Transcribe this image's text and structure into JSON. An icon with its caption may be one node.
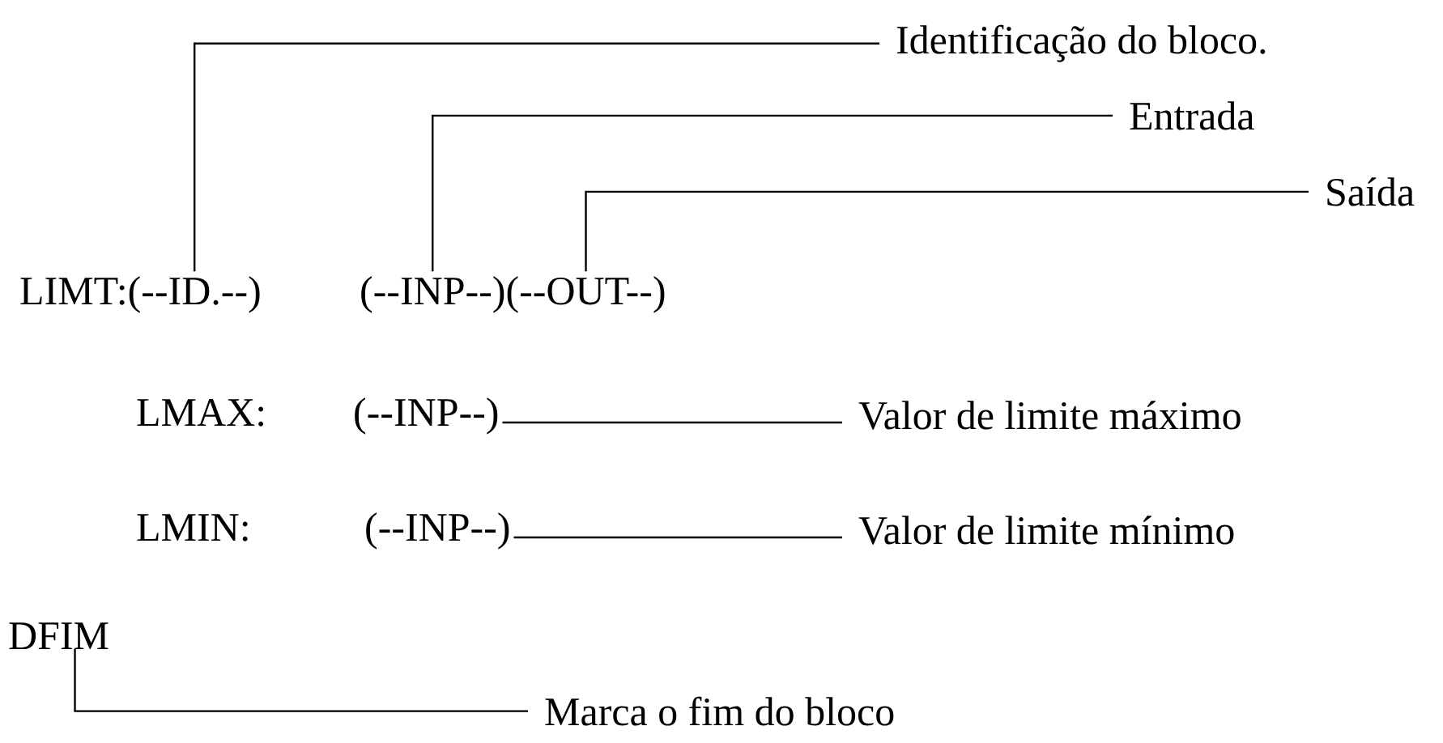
{
  "diagram": {
    "nodes": [
      {
        "text": [
          "(--ID.--)"
        ]
      },
      {
        "text": [
          "(--INP--)"
        ]
      },
      {
        "text": [
          "(--OUT--)"
        ]
      },
      {
        "text": [
          "Identificação do bloco."
        ]
      },
      {
        "text": [
          "Entrada"
        ]
      },
      {
        "text": [
          "Saída"
        ]
      },
      {
        "text": [
          "(--INP--)"
        ]
      },
      {
        "text": [
          "Valor de limite máximo"
        ]
      },
      {
        "text": [
          "(--INP--)"
        ]
      },
      {
        "text": [
          "Valor de limite mínimo"
        ]
      },
      {
        "text": [
          "DFIM"
        ]
      },
      {
        "text": [
          "Marca o fim do bloco"
        ]
      }
    ],
    "edges": [
      {
        "from": 3,
        "to": 0,
        "arrow": "none"
      },
      {
        "from": 4,
        "to": 1,
        "arrow": "none"
      },
      {
        "from": 5,
        "to": 2,
        "arrow": "none"
      },
      {
        "from": 7,
        "to": 6,
        "arrow": "none"
      },
      {
        "from": 9,
        "to": 8,
        "arrow": "none"
      },
      {
        "from": 11,
        "to": 10,
        "arrow": "none"
      }
    ],
    "labels": [
      "LIMT:",
      "LMAX:",
      "LMIN:"
    ]
  }
}
